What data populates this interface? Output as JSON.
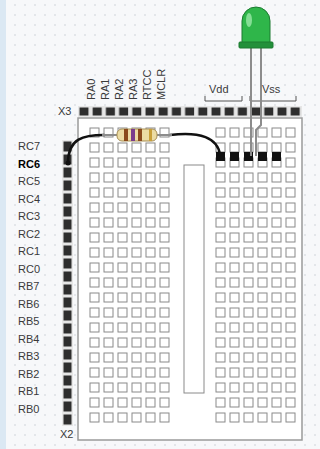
{
  "diagram": {
    "labels": [
      "RA0",
      "RA1",
      "RA2",
      "RA3",
      "RTCC",
      "MCLR",
      "Vdd",
      "Vss",
      "X3",
      "RC7",
      "RC6",
      "RC5",
      "RC4",
      "RC3",
      "RC2",
      "RC1",
      "RC0",
      "RB7",
      "RB6",
      "RB5",
      "RB4",
      "RB3",
      "RB2",
      "RB1",
      "RB0",
      "X2"
    ]
  }
}
